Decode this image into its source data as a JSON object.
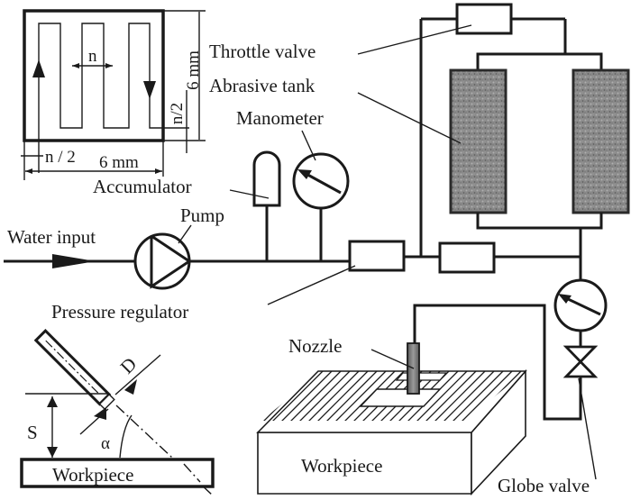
{
  "figure": {
    "type": "schematic",
    "subject": "Abrasive water jet machining setup"
  },
  "inset_channel": {
    "width_label": "6 mm",
    "height_label": "6 mm",
    "pitch_label": "n",
    "edge_offset_label_bottom": "n / 2",
    "edge_offset_label_right": "n/2"
  },
  "labels": {
    "water_input": "Water input",
    "pump": "Pump",
    "accumulator": "Accumulator",
    "manometer": "Manometer",
    "throttle_valve": "Throttle valve",
    "abrasive_tank": "Abrasive tank",
    "pressure_regulator": "Pressure regulator",
    "nozzle": "Nozzle",
    "workpiece_3d": "Workpiece",
    "globe_valve": "Globe valve"
  },
  "nozzle_geometry": {
    "standoff_label": "S",
    "diameter_label": "D",
    "angle_label": "α",
    "workpiece_label": "Workpiece"
  },
  "colors": {
    "line": "#1a1a1a",
    "tank_fill": "#8c8c8c",
    "nozzle_fill": "#7a7a7a",
    "background": "#ffffff"
  }
}
